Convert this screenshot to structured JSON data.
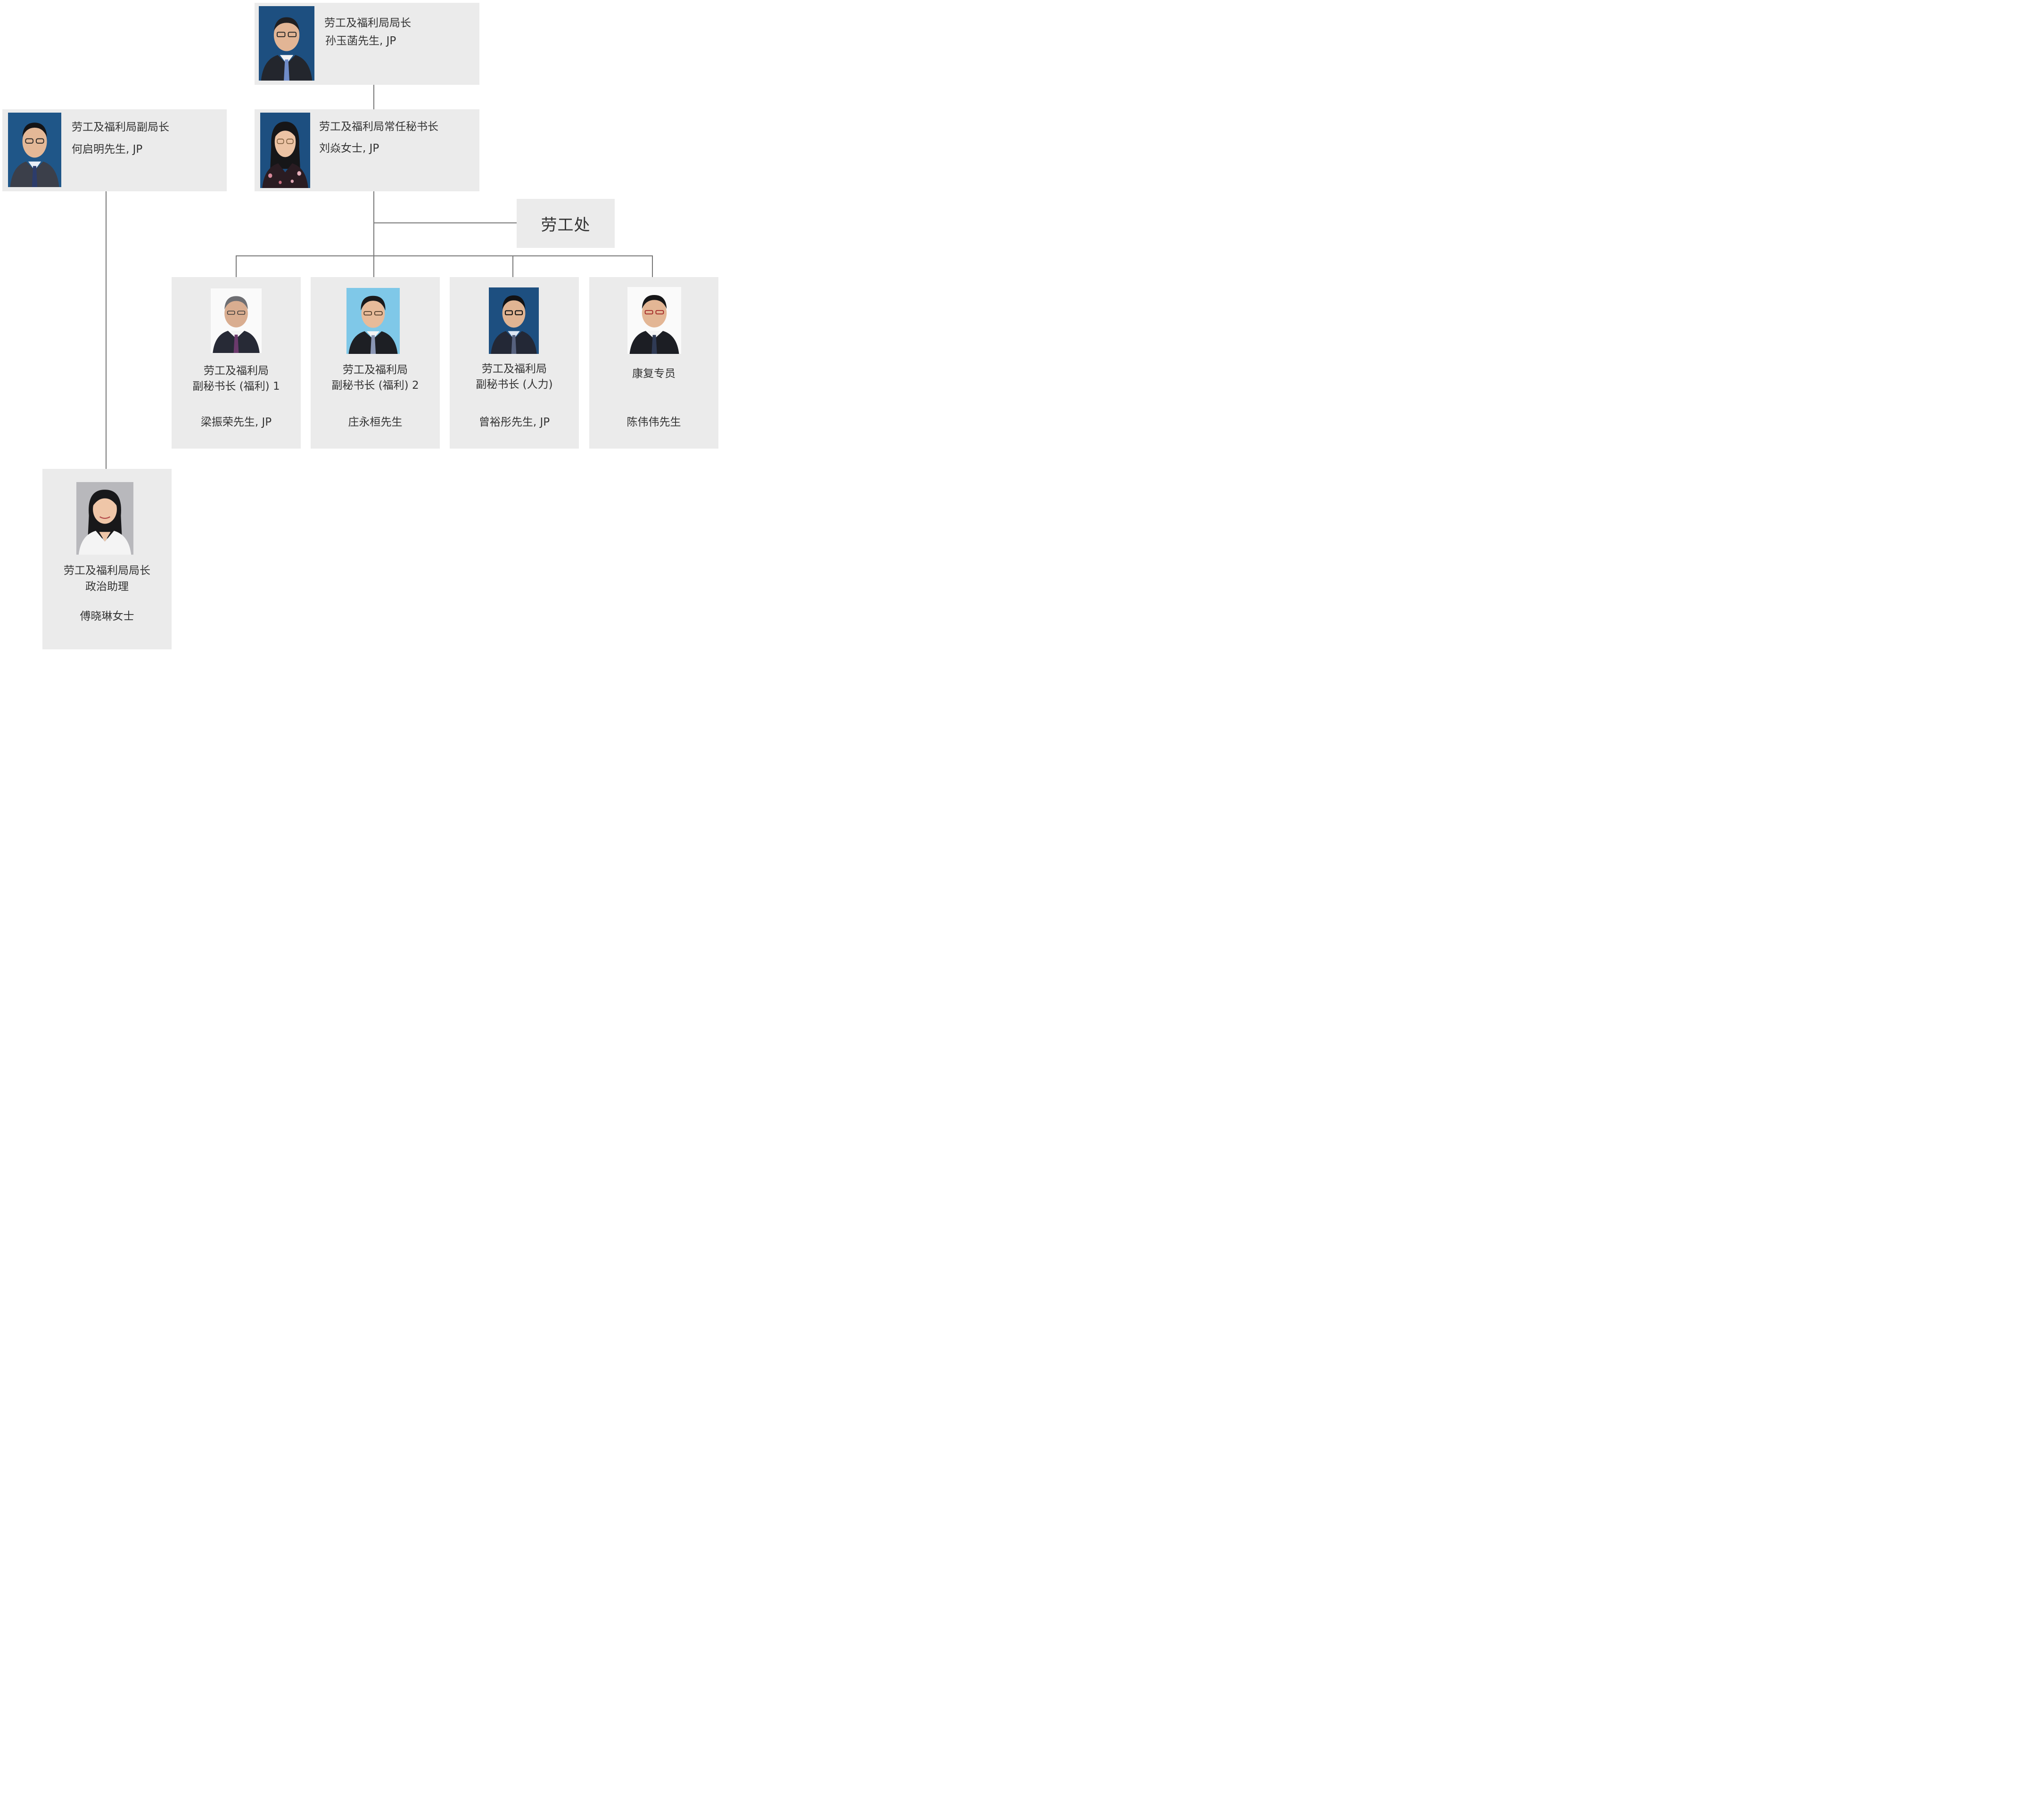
{
  "secretary": {
    "title": "劳工及福利局局长",
    "name": "孙玉菡先生, JP",
    "photo_icon": "portrait-man-glasses-blue-background"
  },
  "under_secretary": {
    "title": "劳工及福利局副局长",
    "name": "何启明先生, JP",
    "photo_icon": "portrait-man-glasses-blue-background"
  },
  "permanent_secretary": {
    "title": "劳工及福利局常任秘书长",
    "name": "刘焱女士, JP",
    "photo_icon": "portrait-woman-glasses-blue-background"
  },
  "labour_department": {
    "label": "劳工处"
  },
  "deputies": [
    {
      "title_line1": "劳工及福利局",
      "title_line2": "副秘书长 (福利) 1",
      "name": "梁振荣先生, JP",
      "photo_icon": "portrait-man-glasses-white-background"
    },
    {
      "title_line1": "劳工及福利局",
      "title_line2": "副秘书长 (福利) 2",
      "name": "庄永桓先生",
      "photo_icon": "portrait-man-glasses-cyan-background"
    },
    {
      "title_line1": "劳工及福利局",
      "title_line2": "副秘书长 (人力)",
      "name": "曾裕彤先生, JP",
      "photo_icon": "portrait-man-glasses-blue-background"
    },
    {
      "title_line1": "康复专员",
      "title_line2": "",
      "name": "陈伟伟先生",
      "photo_icon": "portrait-man-glasses-white-background"
    }
  ],
  "political_assistant": {
    "title_line1": "劳工及福利局局长",
    "title_line2": "政治助理",
    "name": "傅晓琳女士",
    "photo_icon": "portrait-woman-grey-background"
  },
  "colors": {
    "box_background": "#ebebeb",
    "connector": "#777777",
    "text": "#333333",
    "photo_blue": "#1d4f80",
    "photo_cyan": "#7fc8e8",
    "photo_grey": "#b8b8bc"
  }
}
